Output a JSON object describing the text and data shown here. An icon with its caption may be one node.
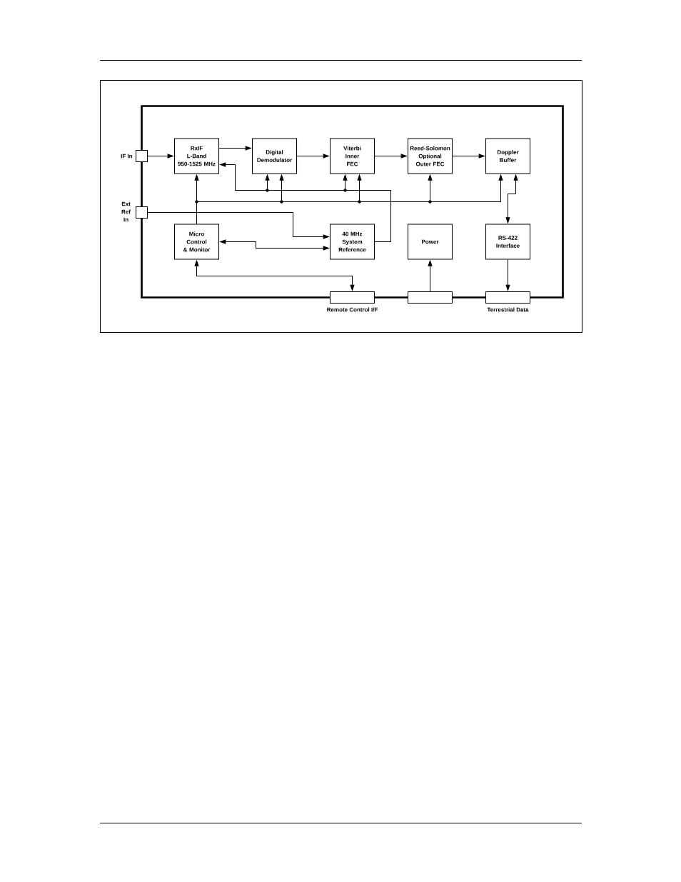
{
  "diagram": {
    "nodes": [
      {
        "text": [],
        "shape": "box"
      },
      {
        "text": [],
        "shape": "box",
        "beside": [
          "IF In"
        ]
      },
      {
        "text": [
          "RxIF L-Band 950-1525 MHz"
        ],
        "in": 0
      },
      {
        "text": [
          "Digital Demodulator"
        ],
        "in": 0
      },
      {
        "text": [
          "Viterbi Inner FEC"
        ],
        "in": 0
      },
      {
        "text": [
          "Reed-Solomon Optional Outer FEC"
        ],
        "in": 0
      },
      {
        "text": [
          "Doppler Buffer"
        ],
        "in": 0
      },
      {
        "text": [],
        "shape": "box",
        "beside": [
          "Ext Ref In"
        ]
      },
      {
        "text": [
          "Micro Control & Monitor"
        ],
        "in": 0
      },
      {
        "text": [
          "40 MHz System Reference"
        ],
        "in": 0
      },
      {
        "text": [
          "Power"
        ],
        "in": 0
      },
      {
        "text": [
          "RS-422 Interface"
        ],
        "in": 0
      },
      {
        "text": [],
        "shape": "box",
        "beside": [
          "Remote Control I/F"
        ]
      },
      {
        "text": [],
        "shape": "box"
      },
      {
        "text": [],
        "shape": "box",
        "beside": [
          "Terrestrial Data"
        ]
      }
    ],
    "edges": [
      {
        "from": 1,
        "to": 2,
        "arrow": "to"
      },
      {
        "from": 2,
        "to": 3,
        "arrow": "to"
      },
      {
        "from": 3,
        "to": 4,
        "arrow": "to"
      },
      {
        "from": 4,
        "to": 5,
        "arrow": "to"
      },
      {
        "from": 5,
        "to": 6,
        "arrow": "to"
      },
      {
        "from": 9,
        "to": 2,
        "arrow": "to"
      },
      {
        "from": 9,
        "to": 3,
        "arrow": "to"
      },
      {
        "from": 9,
        "to": 4,
        "arrow": "to"
      },
      {
        "from": 8,
        "to": 2,
        "arrow": "to"
      },
      {
        "from": 8,
        "to": 3,
        "arrow": "to"
      },
      {
        "from": 8,
        "to": 4,
        "arrow": "to"
      },
      {
        "from": 8,
        "to": 5,
        "arrow": "to"
      },
      {
        "from": 8,
        "to": 6,
        "arrow": "to"
      },
      {
        "from": 6,
        "to": 11,
        "arrow": "both"
      },
      {
        "from": 7,
        "to": 9,
        "arrow": "to"
      },
      {
        "from": 8,
        "to": 9,
        "arrow": "both"
      },
      {
        "from": 8,
        "to": 12,
        "arrow": "both"
      },
      {
        "from": 13,
        "to": 10,
        "arrow": "to"
      },
      {
        "from": 11,
        "to": 14,
        "arrow": "to"
      }
    ]
  }
}
